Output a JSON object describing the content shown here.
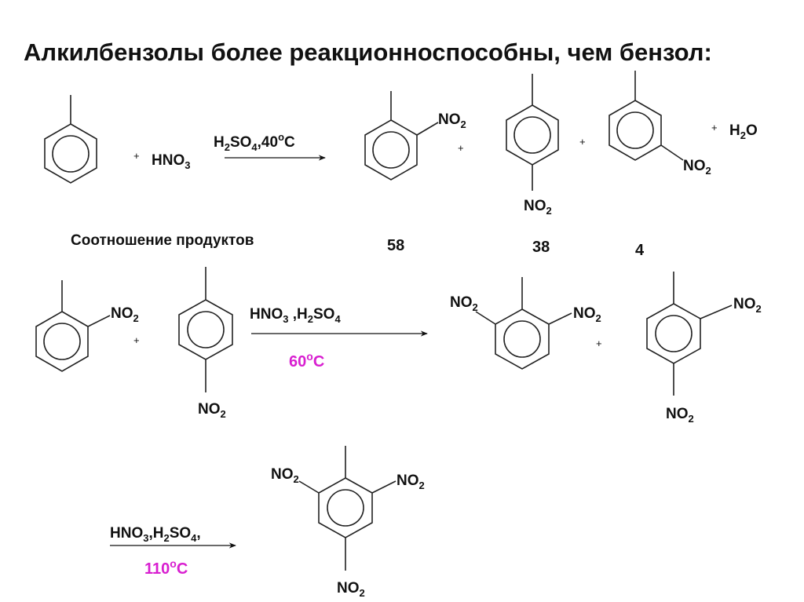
{
  "title": "Алкилбензолы более реакционноспособны, чем бензол:",
  "colors": {
    "text": "#111111",
    "condition_accent": "#d81fd0"
  },
  "reaction1": {
    "plus": "+",
    "reagent": {
      "main": "HNO",
      "sub": "3"
    },
    "conditions": {
      "a": "H",
      "a_sub": "2",
      "b": "SO",
      "b_sub": "4",
      "c": ",40",
      "c_sup": "o",
      "d": "C"
    },
    "product_ortho_group": {
      "main": "NO",
      "sub": "2"
    },
    "product_para_group": {
      "main": "NO",
      "sub": "2"
    },
    "product_meta_group": {
      "main": "NO",
      "sub": "2"
    },
    "water": {
      "a": "H",
      "a_sub": "2",
      "b": "O"
    },
    "ratio_label": "Соотношение продуктов",
    "ratios": [
      "58",
      "38",
      "4"
    ]
  },
  "reaction2": {
    "plus": "+",
    "reactant_ortho_group": {
      "main": "NO",
      "sub": "2"
    },
    "reactant_para_group": {
      "main": "NO",
      "sub": "2"
    },
    "conditions_line1": {
      "a": "HNO",
      "a_sub": "3",
      "b": " ,H",
      "b_sub": "2",
      "c": "SO",
      "c_sub": "4"
    },
    "temperature": {
      "a": "60",
      "sup": "o",
      "b": "C"
    },
    "product1_groups": [
      {
        "main": "NO",
        "sub": "2"
      },
      {
        "main": "NO",
        "sub": "2"
      }
    ],
    "product2_groups": [
      {
        "main": "NO",
        "sub": "2"
      },
      {
        "main": "NO",
        "sub": "2"
      }
    ]
  },
  "reaction3": {
    "conditions_line1": {
      "a": "HNO",
      "a_sub": "3",
      "b": ",H",
      "b_sub": "2",
      "c": "SO",
      "c_sub": "4",
      "d": ","
    },
    "temperature": {
      "a": "110",
      "sup": "o",
      "b": "C"
    },
    "product_groups": [
      {
        "main": "NO",
        "sub": "2"
      },
      {
        "main": "NO",
        "sub": "2"
      },
      {
        "main": "NO",
        "sub": "2"
      }
    ]
  }
}
